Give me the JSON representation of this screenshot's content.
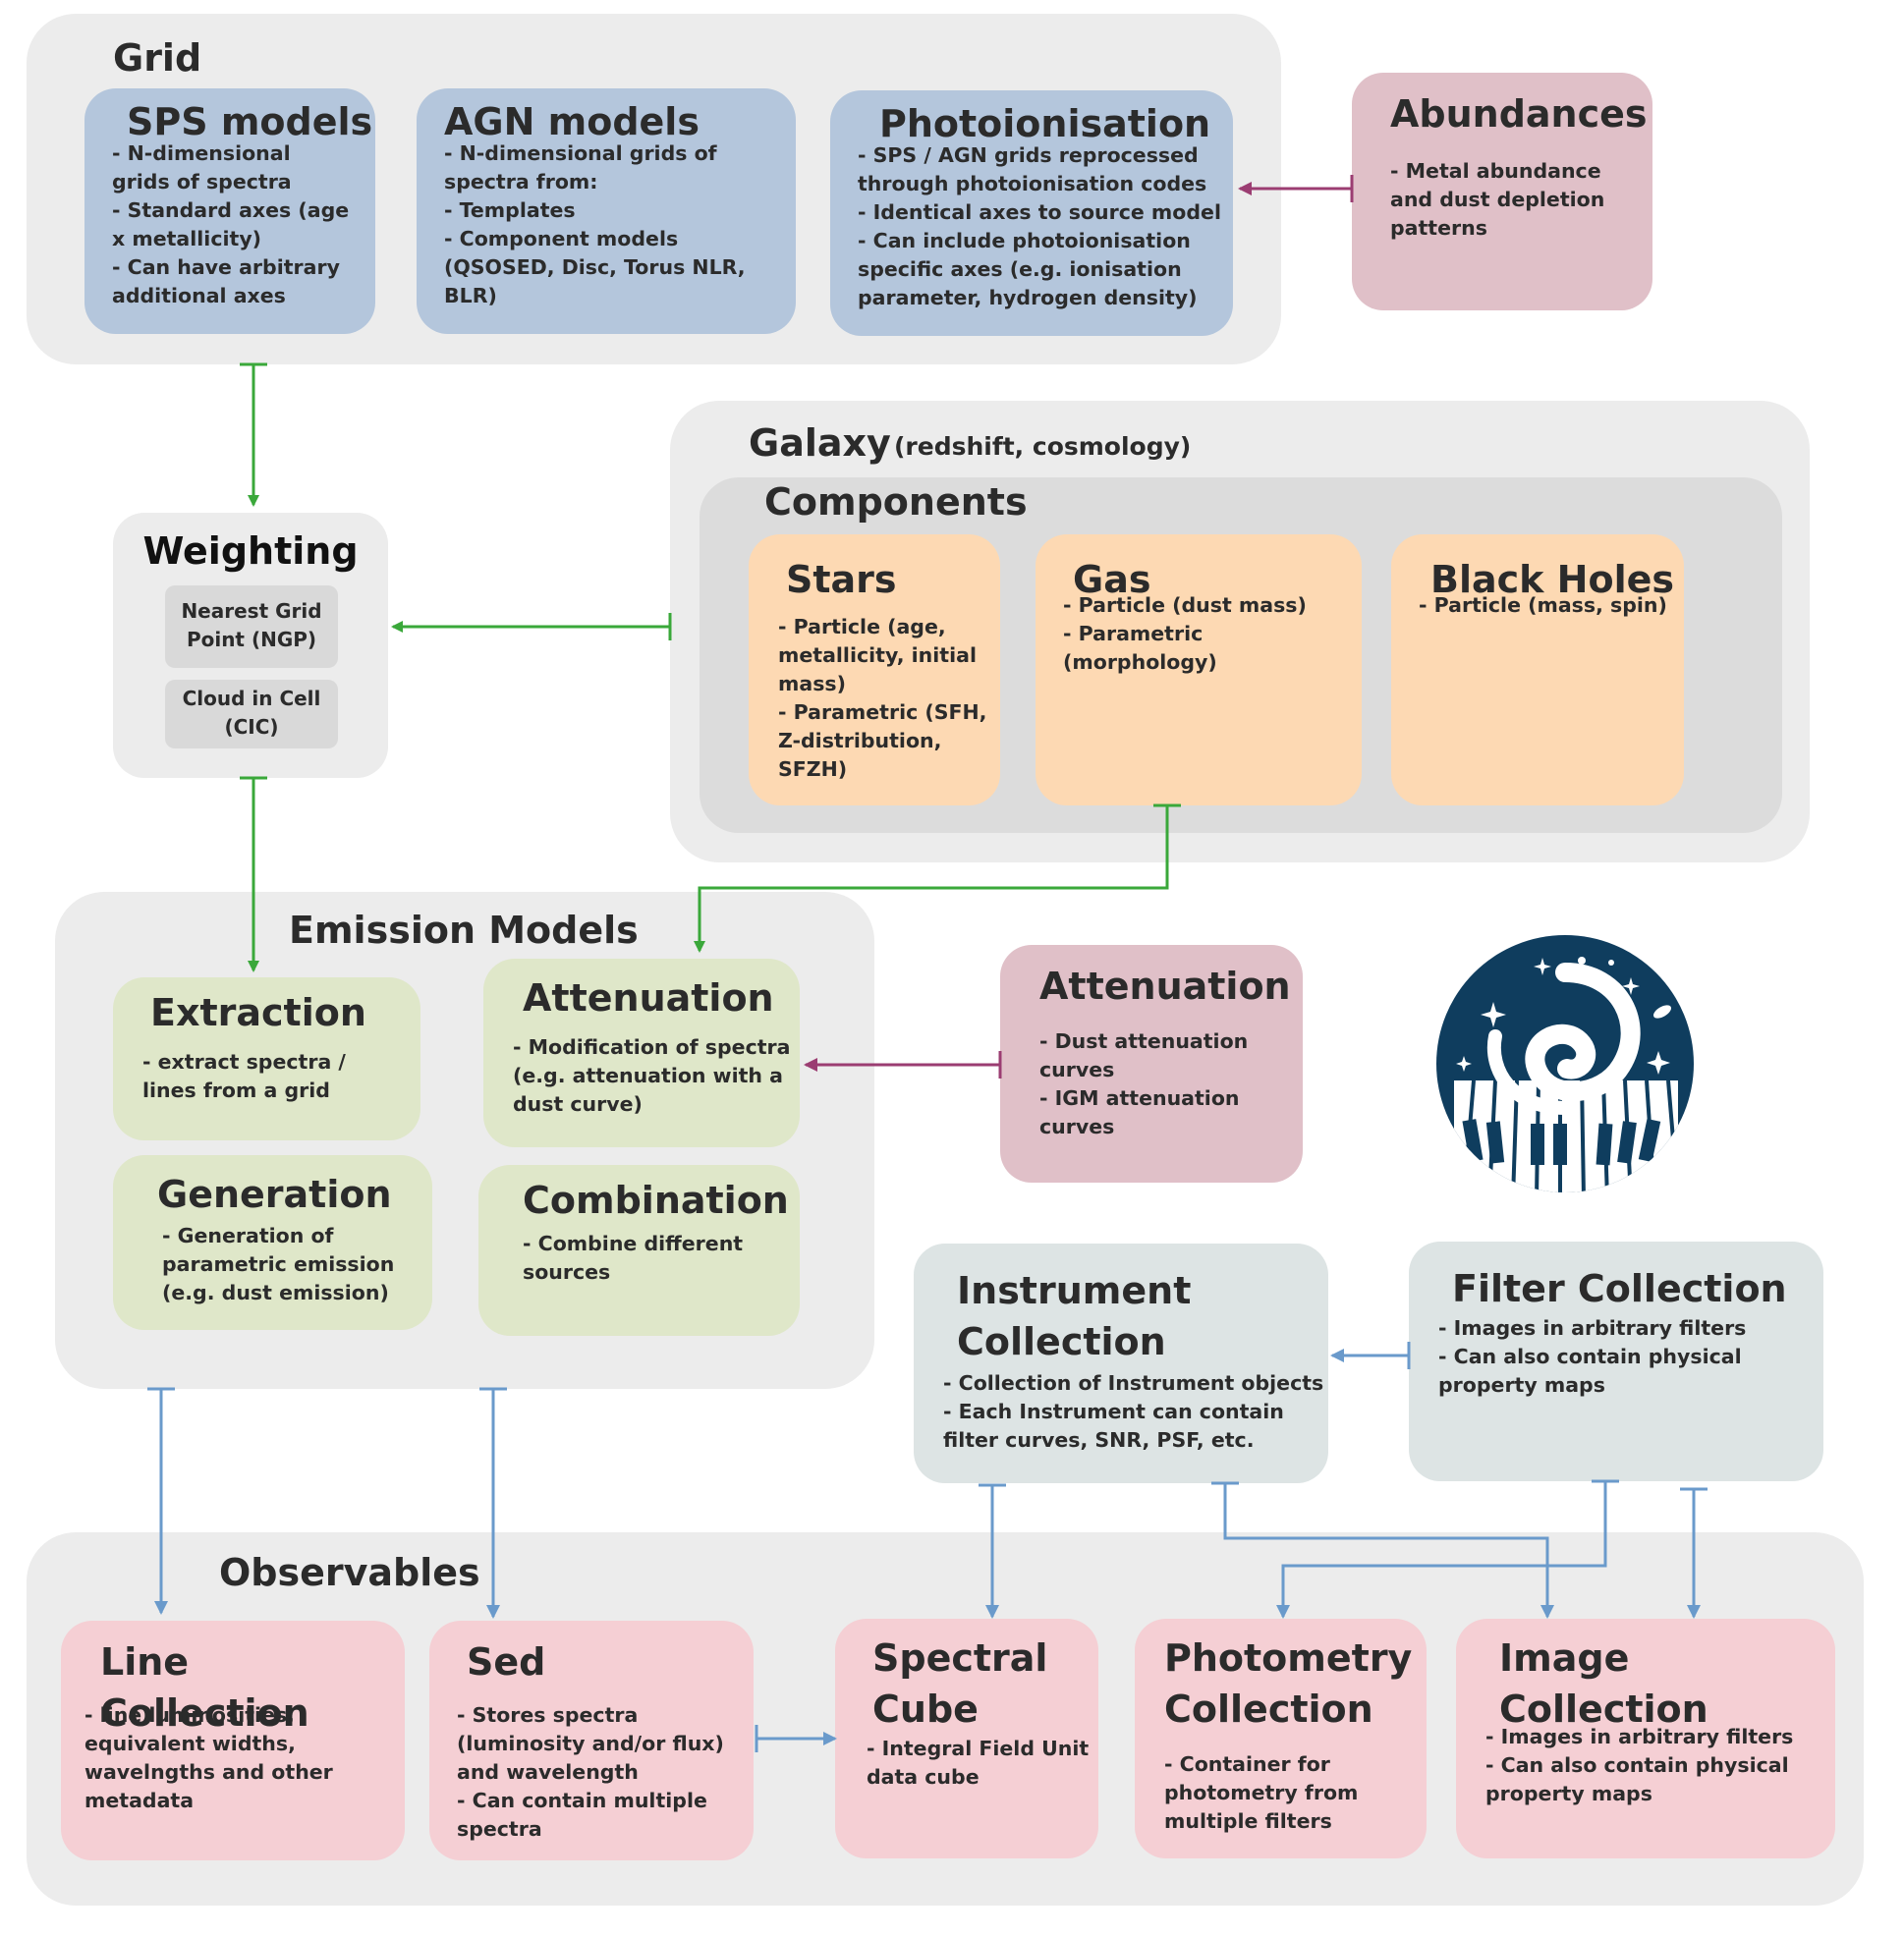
{
  "grid": {
    "title": "Grid",
    "sps": {
      "title": "SPS models",
      "body": "- N-dimensional\ngrids of spectra\n- Standard axes (age\nx metallicity)\n- Can have arbitrary\nadditional axes"
    },
    "agn": {
      "title": "AGN models",
      "body": "- N-dimensional grids of\nspectra from:\n  - Templates\n  - Component models\n(QSOSED, Disc, Torus NLR,\nBLR)"
    },
    "photo": {
      "title": "Photoionisation",
      "body": "- SPS / AGN grids reprocessed\nthrough photoionisation codes\n- Identical axes to source model\n- Can include photoionisation\nspecific axes (e.g. ionisation\nparameter, hydrogen density)"
    }
  },
  "abundances": {
    "title": "Abundances",
    "body": "- Metal abundance\nand dust depletion\npatterns"
  },
  "weighting": {
    "title": "Weighting",
    "ngp": "Nearest Grid\nPoint (NGP)",
    "cic": "Cloud in Cell\n(CIC)"
  },
  "galaxy": {
    "title": "Galaxy",
    "subtitle": "(redshift, cosmology)",
    "components": {
      "title": "Components",
      "stars": {
        "title": "Stars",
        "body": "- Particle (age,\nmetallicity, initial\nmass)\n- Parametric (SFH,\nZ-distribution,\nSFZH)"
      },
      "gas": {
        "title": "Gas",
        "body": "- Particle (dust mass)\n- Parametric\n(morphology)"
      },
      "bh": {
        "title": "Black Holes",
        "body": "- Particle (mass, spin)"
      }
    }
  },
  "emission": {
    "title": "Emission Models",
    "extraction": {
      "title": "Extraction",
      "body": "- extract spectra /\nlines from a grid"
    },
    "attenuation": {
      "title": "Attenuation",
      "body": "- Modification of spectra\n(e.g. attenuation with a\ndust curve)"
    },
    "generation": {
      "title": "Generation",
      "body": "- Generation of\nparametric emission\n(e.g. dust emission)"
    },
    "combination": {
      "title": "Combination",
      "body": "- Combine different\nsources"
    }
  },
  "attenuation_side": {
    "title": "Attenuation",
    "body": "- Dust attenuation\ncurves\n- IGM attenuation\ncurves"
  },
  "instrument": {
    "title": "Instrument\nCollection",
    "body": "- Collection of Instrument objects\n- Each Instrument can contain\nfilter curves, SNR, PSF, etc."
  },
  "filter": {
    "title": "Filter Collection",
    "body": "- Images in arbitrary filters\n- Can also contain physical\nproperty maps"
  },
  "observables": {
    "title": "Observables",
    "line": {
      "title": "Line Collection",
      "body": "- line luminosities,\nequivalent widths,\nwavelngths and other\nmetadata"
    },
    "sed": {
      "title": "Sed",
      "body": "- Stores spectra\n(luminosity and/or flux)\nand wavelength\n- Can contain multiple\nspectra"
    },
    "cube": {
      "title": "Spectral\nCube",
      "body": "- Integral Field Unit\ndata cube"
    },
    "phot": {
      "title": "Photometry\nCollection",
      "body": "- Container for\nphotometry from\nmultiple filters"
    },
    "image": {
      "title": "Image Collection",
      "body": "- Images in arbitrary filters\n- Can also contain physical\nproperty maps"
    }
  },
  "colors": {
    "green_arrow": "#3aa83a",
    "purple_arrow": "#9b3d72",
    "blue_arrow": "#6a9acb",
    "logo": "#0f3d5e"
  }
}
